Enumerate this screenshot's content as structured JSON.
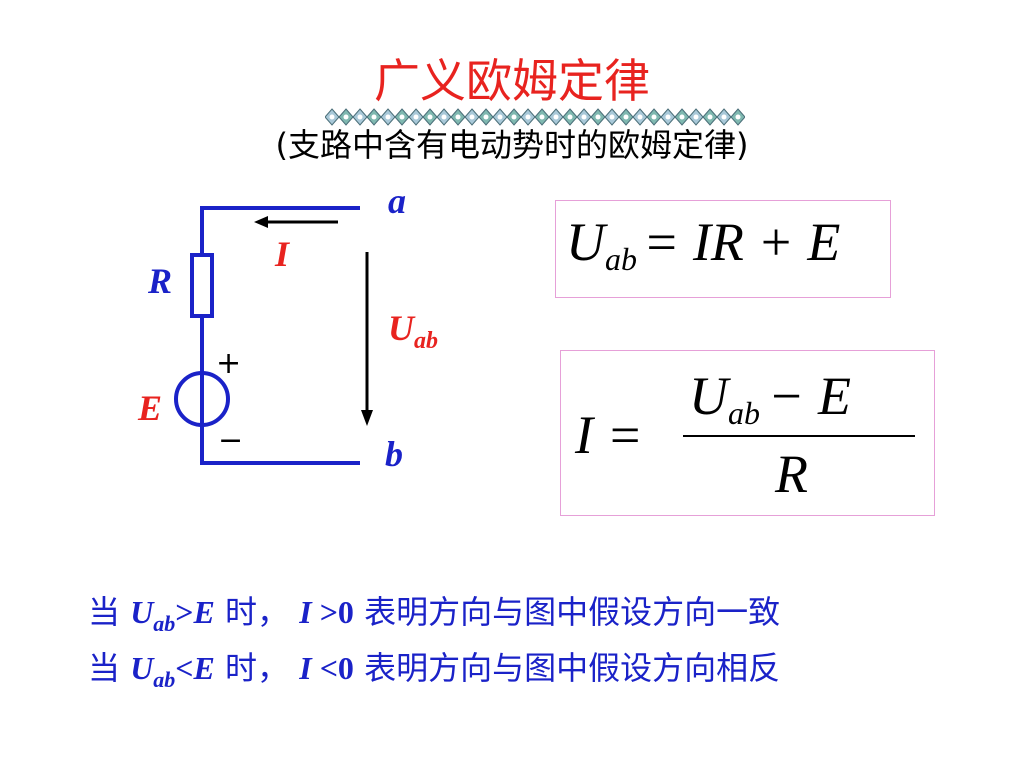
{
  "title": "广义欧姆定律",
  "subtitle": "(支路中含有电动势时的欧姆定律)",
  "circuit": {
    "node_a": "a",
    "node_b": "b",
    "current": "I",
    "resistor": "R",
    "emf": "E",
    "voltage_main": "U",
    "voltage_sub": "ab",
    "plus": "+",
    "minus": "−"
  },
  "formula1": {
    "U": "U",
    "sub": "ab",
    "rhs": "= IR + E"
  },
  "formula2": {
    "lhs": "I =",
    "num_U": "U",
    "num_sub": "ab",
    "num_rest": "− E",
    "den": "R"
  },
  "notes": [
    {
      "prefix": "当 ",
      "var": "U",
      "sub": "ab",
      "op": ">",
      "var2": "E",
      "mid": " 时， ",
      "var3": "I",
      "cmp": " >",
      "zero": "0",
      "tail": " 表明方向与图中假设方向一致"
    },
    {
      "prefix": "当 ",
      "var": "U",
      "sub": "ab",
      "op": "<",
      "var2": "E",
      "mid": " 时， ",
      "var3": "I",
      "cmp": " <",
      "zero": "0",
      "tail": " 表明方向与图中假设方向相反"
    }
  ],
  "colors": {
    "title": "#e8231f",
    "wire": "#1a22c8",
    "text_blue": "#1a22c8",
    "box_border": "#e6a0d8"
  }
}
